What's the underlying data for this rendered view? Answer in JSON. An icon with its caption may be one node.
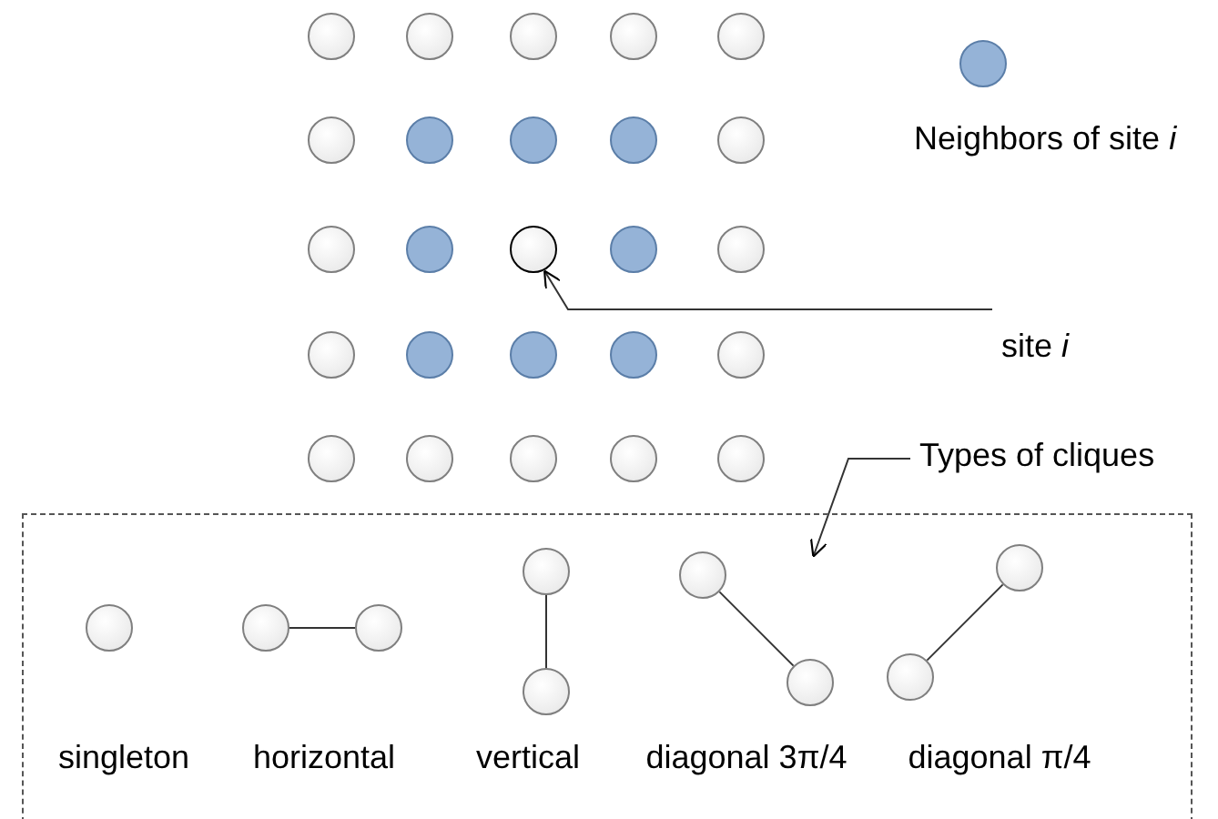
{
  "diagram": {
    "nodes": [
      {
        "text": [],
        "shape": "circle"
      },
      {
        "text": [],
        "shape": "circle"
      },
      {
        "text": [],
        "shape": "circle"
      },
      {
        "text": [],
        "shape": "circle"
      },
      {
        "text": [],
        "shape": "circle"
      },
      {
        "text": [],
        "shape": "circle"
      },
      {
        "text": [],
        "shape": "circle"
      },
      {
        "text": [],
        "shape": "circle"
      },
      {
        "text": [],
        "shape": "circle"
      },
      {
        "text": [],
        "shape": "circle"
      },
      {
        "text": [],
        "shape": "circle"
      },
      {
        "text": [],
        "shape": "circle"
      },
      {
        "text": [],
        "shape": "circle"
      },
      {
        "text": [],
        "shape": "circle"
      },
      {
        "text": [],
        "shape": "circle"
      },
      {
        "text": [],
        "shape": "circle"
      },
      {
        "text": [],
        "shape": "circle"
      },
      {
        "text": [],
        "shape": "circle"
      },
      {
        "text": [],
        "shape": "circle"
      },
      {
        "text": [],
        "shape": "circle"
      },
      {
        "text": [],
        "shape": "circle"
      },
      {
        "text": [],
        "shape": "circle"
      },
      {
        "text": [],
        "shape": "circle"
      },
      {
        "text": [],
        "shape": "circle"
      },
      {
        "text": [],
        "shape": "circle"
      },
      {
        "text": [
          "site *i*"
        ]
      },
      {
        "text": [
          "Types of cliques"
        ]
      },
      {
        "text": [],
        "shape": "box"
      },
      {
        "text": [],
        "shape": "circle",
        "in": 27
      },
      {
        "text": [],
        "shape": "circle",
        "in": 27
      },
      {
        "text": [],
        "shape": "circle",
        "in": 27
      },
      {
        "text": [],
        "shape": "circle",
        "in": 27
      },
      {
        "text": [],
        "shape": "circle",
        "in": 27
      },
      {
        "text": [],
        "shape": "circle",
        "in": 27
      },
      {
        "text": [],
        "shape": "circle",
        "in": 27
      },
      {
        "text": [],
        "shape": "circle",
        "in": 27
      },
      {
        "text": [],
        "shape": "circle",
        "in": 27
      }
    ],
    "edges": [
      {
        "from": 25,
        "to": 12,
        "arrow": "to"
      },
      {
        "from": 26,
        "to": 27,
        "arrow": "to"
      },
      {
        "from": 29,
        "to": 30,
        "arrow": "none"
      },
      {
        "from": 31,
        "to": 32,
        "arrow": "none"
      },
      {
        "from": 33,
        "to": 34,
        "arrow": "none"
      },
      {
        "from": 35,
        "to": 36,
        "arrow": "none"
      }
    ],
    "labels": [
      "singleton",
      "horizontal",
      "vertical",
      "diagonal 3π/4",
      "diagonal π/4"
    ],
    "legend": [
      {
        "text": "Neighbors of site *i*",
        "color": "#95b3d7"
      }
    ]
  }
}
